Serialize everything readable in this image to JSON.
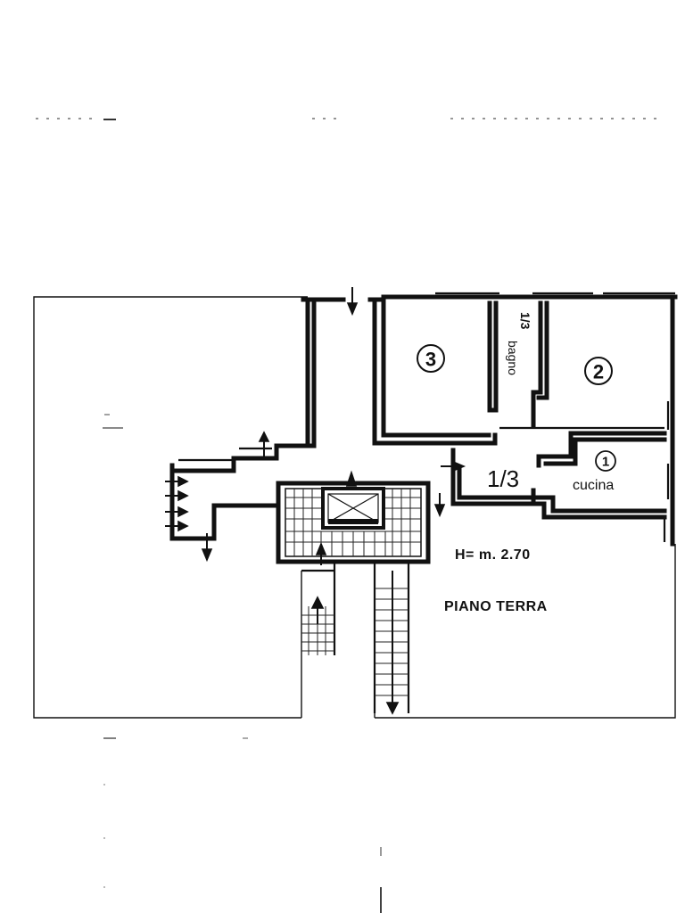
{
  "rooms": {
    "room_1": {
      "number": "1",
      "name": "cucina"
    },
    "room_2": {
      "number": "2"
    },
    "room_3": {
      "number": "3"
    },
    "bagno": {
      "fraction": "1/3",
      "name": "bagno"
    },
    "corridor": {
      "fraction": "1/3"
    }
  },
  "annotations": {
    "height": "H= m. 2.70",
    "floor": "PIANO TERRA"
  }
}
